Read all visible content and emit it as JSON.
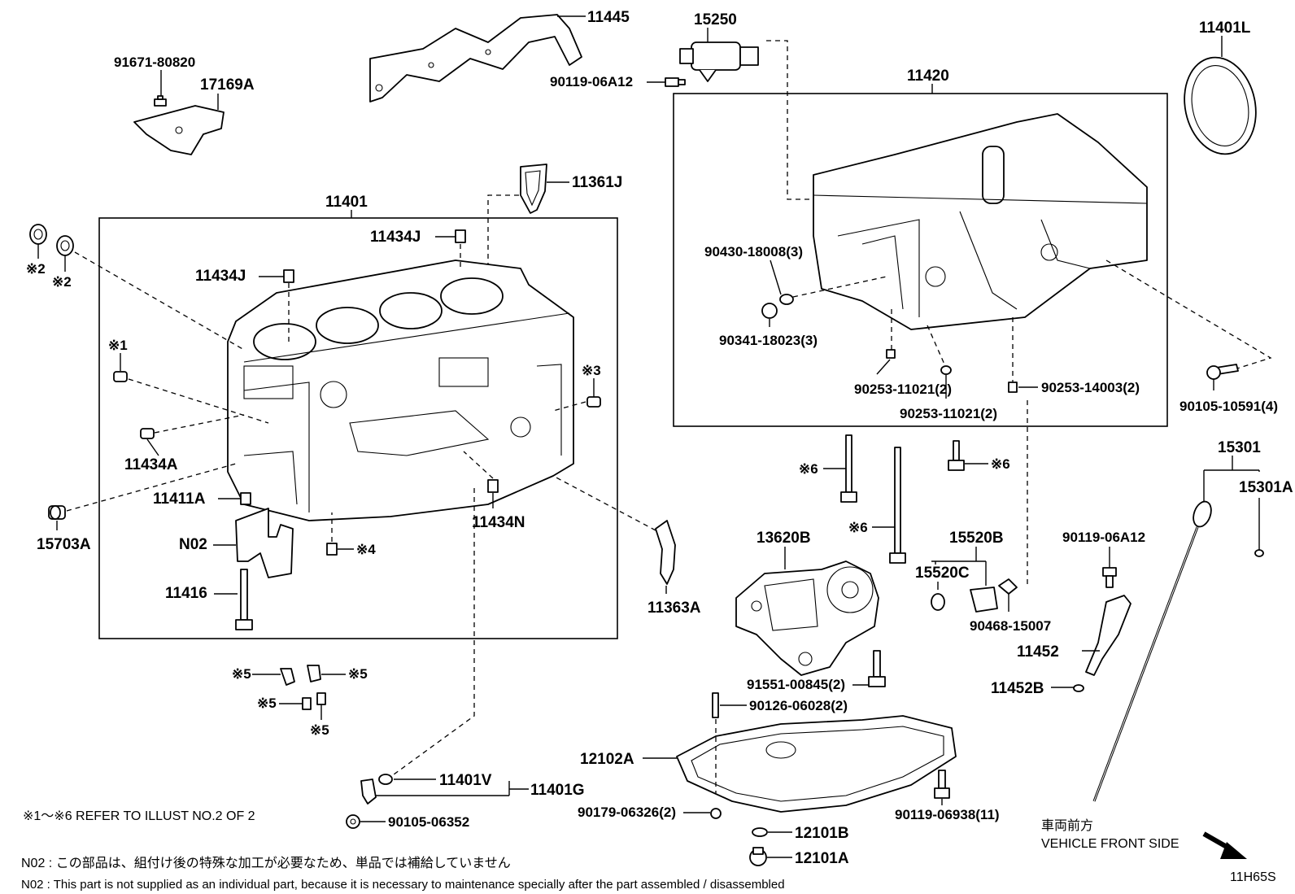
{
  "parts": {
    "p11445": "11445",
    "p15250": "15250",
    "p11401L": "11401L",
    "p91671": "91671-80820",
    "p17169A": "17169A",
    "p90119_06A12_top": "90119-06A12",
    "p11420": "11420",
    "p11361J": "11361J",
    "p11401": "11401",
    "p11434J_a": "11434J",
    "p11434J_b": "11434J",
    "p90430": "90430-18008(3)",
    "p90341": "90341-18023(3)",
    "p90253_a": "90253-11021(2)",
    "p90253_b": "90253-11021(2)",
    "p90253_c": "90253-14003(2)",
    "p90105_10591": "90105-10591(4)",
    "p11434A": "11434A",
    "p15703A": "15703A",
    "p11411A": "11411A",
    "pN02": "N02",
    "p11416": "11416",
    "p11434N": "11434N",
    "p11363A": "11363A",
    "p13620B": "13620B",
    "p15520B": "15520B",
    "p15520C": "15520C",
    "p90468": "90468-15007",
    "p15301": "15301",
    "p15301A": "15301A",
    "p90119_06A12_r": "90119-06A12",
    "p11452": "11452",
    "p11452B": "11452B",
    "p91551": "91551-00845(2)",
    "p90126": "90126-06028(2)",
    "p12102A": "12102A",
    "p90179": "90179-06326(2)",
    "p12101B": "12101B",
    "p12101A": "12101A",
    "p90119_06938": "90119-06938(11)",
    "p11401V": "11401V",
    "p11401G": "11401G",
    "p90105_06352": "90105-06352"
  },
  "refs": {
    "r1": "※1",
    "r2a": "※2",
    "r2b": "※2",
    "r3": "※3",
    "r4": "※4",
    "r5a": "※5",
    "r5b": "※5",
    "r5c": "※5",
    "r5d": "※5",
    "r6a": "※6",
    "r6b": "※6",
    "r6c": "※6"
  },
  "notes": {
    "refer": "※1～※6  REFER TO ILLUST NO.2 OF 2",
    "n02_jp": "N02 : この部品は、組付け後の特殊な加工が必要なため、単品では補給していません",
    "n02_en": "N02 : This part is not supplied as an individual part, because it is necessary to maintenance specially after the part assembled / disassembled",
    "front_jp": "車両前方",
    "front_en": "VEHICLE FRONT SIDE",
    "illust_code": "11H65S"
  }
}
